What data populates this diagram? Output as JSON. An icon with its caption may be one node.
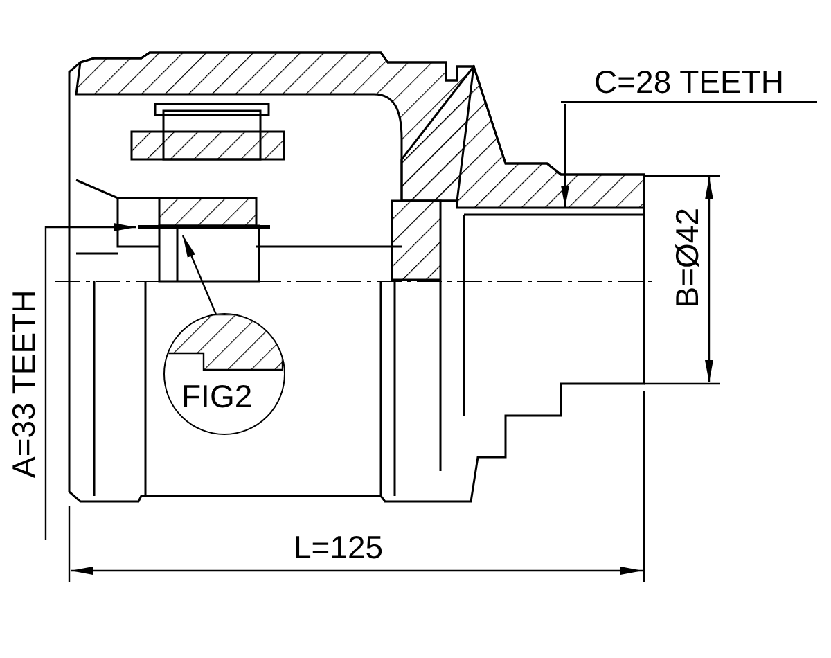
{
  "diagram": {
    "nodes": [
      {
        "text": [
          "C=28 TEETH"
        ]
      },
      {
        "text": [
          "A=33 TEETH"
        ]
      },
      {
        "text": [
          "FIG2"
        ]
      }
    ],
    "edges": [
      {
        "from": 0,
        "to": null,
        "arrow": "to"
      },
      {
        "from": 1,
        "to": null,
        "arrow": "to"
      },
      {
        "from": 2,
        "to": null,
        "arrow": "to"
      }
    ],
    "labels": [
      "B=Ø42",
      "L=125"
    ]
  }
}
